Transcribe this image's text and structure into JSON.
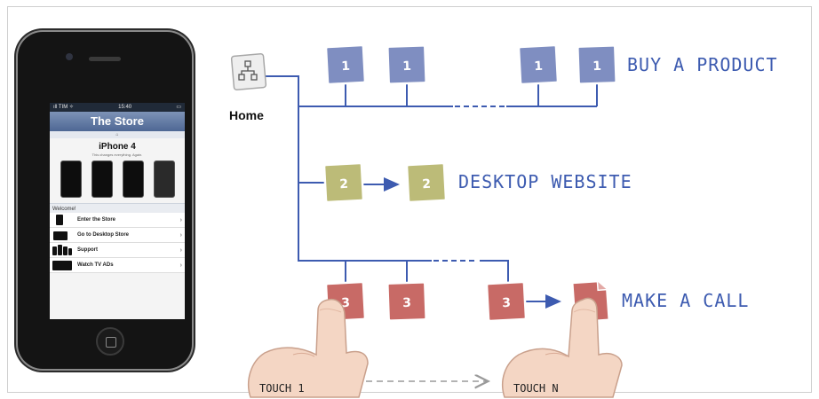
{
  "home": {
    "label": "Home",
    "icon": "sitemap-icon"
  },
  "flows": {
    "buy": {
      "card_number": "1",
      "label": "BUY A PRODUCT"
    },
    "desktop": {
      "card_number": "2",
      "label": "DESKTOP WEBSITE"
    },
    "call": {
      "card_number": "3",
      "label": "MAKE A CALL"
    }
  },
  "touch": {
    "first": "TOUCH 1",
    "last": "TOUCH N"
  },
  "phone": {
    "status_left": "ıll TIM  ✧",
    "status_time": "15:40",
    "title": "The Store",
    "product": "iPhone 4",
    "tagline": "This changes everything. Again.",
    "welcome": "Welcome!",
    "menu": [
      {
        "label": "Enter the Store"
      },
      {
        "label": "Go to Desktop Store"
      },
      {
        "label": "Support"
      },
      {
        "label": "Watch TV ADs"
      }
    ]
  },
  "colors": {
    "line": "#3d5bb0",
    "card1": "#7f8ec1",
    "card2": "#bcbb78",
    "card3": "#c86a66",
    "label": "#3d5bb0"
  }
}
